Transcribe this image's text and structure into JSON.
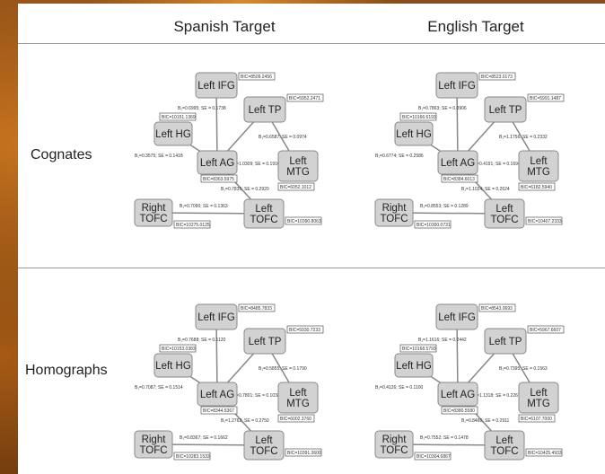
{
  "columns": [
    "Spanish Target",
    "English Target"
  ],
  "rows": [
    "Cognates",
    "Homographs"
  ],
  "panels": [
    {
      "id": "cognates-spanish",
      "nodes": {
        "lifg": {
          "lines": [
            "Left IFG"
          ],
          "bic": "BIC=8509.2456"
        },
        "ltp": {
          "lines": [
            "Left TP"
          ],
          "bic": "BIC=5952.2471"
        },
        "lhg": {
          "lines": [
            "Left HG"
          ],
          "bic": "BIC=10151.1369"
        },
        "lag": {
          "lines": [
            "Left AG"
          ],
          "bic": "BIC=8363.5975"
        },
        "lmtg": {
          "lines": [
            "Left",
            "MTG"
          ],
          "bic": "BIC=6052.1012"
        },
        "rtofc": {
          "lines": [
            "Right",
            "TOFC"
          ],
          "bic": "BIC=10275.0125"
        },
        "ltofc": {
          "lines": [
            "Left",
            "TOFC"
          ],
          "bic": "BIC=10390.8063"
        }
      },
      "edges": [
        {
          "label": "B₁=0.6995; SE = 0.1738"
        },
        {
          "label": "B₁=0.6587; SE = 0.0974"
        },
        {
          "label": "B₁=0.3575; SE = 0.1418"
        },
        {
          "label": "B₁=1.0309; SE = 0.1910"
        },
        {
          "label": "B₁=0.7835; SE = 0.2920"
        },
        {
          "label": "B₁=0.7090; SE = 0.1363"
        }
      ]
    },
    {
      "id": "cognates-english",
      "nodes": {
        "lifg": {
          "lines": [
            "Left IFG"
          ],
          "bic": "BIC=8523.0173"
        },
        "ltp": {
          "lines": [
            "Left TP"
          ],
          "bic": "BIC=5991.1487"
        },
        "lhg": {
          "lines": [
            "Left HG"
          ],
          "bic": "BIC=10166.6193"
        },
        "lag": {
          "lines": [
            "Left AG"
          ],
          "bic": "BIC=8384.6013"
        },
        "lmtg": {
          "lines": [
            "Left",
            "MTG"
          ],
          "bic": "BIC=6182.5940"
        },
        "rtofc": {
          "lines": [
            "Right",
            "TOFC"
          ],
          "bic": "BIC=10300.0731"
        },
        "ltofc": {
          "lines": [
            "Left",
            "TOFC"
          ],
          "bic": "BIC=10407.2333"
        }
      },
      "edges": [
        {
          "label": "B₁=0.7863; SE = 0.0906"
        },
        {
          "label": "B₁=1.1756; SE = 0.2332"
        },
        {
          "label": "B₁=0.6774; SE = 0.2586"
        },
        {
          "label": "B₁=0.4191; SE = 0.1694"
        },
        {
          "label": "B₁=1.1024; SE = 0.2624"
        },
        {
          "label": "B₁=0.8553; SE = 0.1289"
        }
      ]
    },
    {
      "id": "homographs-spanish",
      "nodes": {
        "lifg": {
          "lines": [
            "Left IFG"
          ],
          "bic": "BIC=8485.7833"
        },
        "ltp": {
          "lines": [
            "Left TP"
          ],
          "bic": "BIC=5930.7233"
        },
        "lhg": {
          "lines": [
            "Left HG"
          ],
          "bic": "BIC=10153.0383"
        },
        "lag": {
          "lines": [
            "Left AG"
          ],
          "bic": "BIC=8344.5367"
        },
        "lmtg": {
          "lines": [
            "Left",
            "MTG"
          ],
          "bic": "BIC=6002.3760"
        },
        "rtofc": {
          "lines": [
            "Right",
            "TOFC"
          ],
          "bic": "BIC=10283.1533"
        },
        "ltofc": {
          "lines": [
            "Left",
            "TOFC"
          ],
          "bic": "BIC=10391.3600"
        }
      },
      "edges": [
        {
          "label": "B₁=0.7688; SE = 0.1120"
        },
        {
          "label": "B₁=0.5855; SE = 0.1790"
        },
        {
          "label": "B₁=0.7087; SE = 0.1514"
        },
        {
          "label": "B₁=0.7801; SE = 0.1038"
        },
        {
          "label": "B₁=1.2762; SE = 0.2750"
        },
        {
          "label": "B₁=0.8367; SE = 0.1662"
        }
      ]
    },
    {
      "id": "homographs-english",
      "nodes": {
        "lifg": {
          "lines": [
            "Left IFG"
          ],
          "bic": "BIC=8543.0693"
        },
        "ltp": {
          "lines": [
            "Left TP"
          ],
          "bic": "BIC=5967.6607"
        },
        "lhg": {
          "lines": [
            "Left HG"
          ],
          "bic": "BIC=10168.5793"
        },
        "lag": {
          "lines": [
            "Left AG"
          ],
          "bic": "BIC=8380.5580"
        },
        "lmtg": {
          "lines": [
            "Left",
            "MTG"
          ],
          "bic": "BIC=6107.7000"
        },
        "rtofc": {
          "lines": [
            "Right",
            "TOFC"
          ],
          "bic": "BIC=10304.6867"
        },
        "ltofc": {
          "lines": [
            "Left",
            "TOFC"
          ],
          "bic": "BIC=10425.4933"
        }
      },
      "edges": [
        {
          "label": "B₁=1.1616; SE = 0.2442"
        },
        {
          "label": "B₁=0.7395; SE = 0.1563"
        },
        {
          "label": "B₁=0.4126; SE = 0.1100"
        },
        {
          "label": "B₁=1.1318; SE = 0.2267"
        },
        {
          "label": "B₁=0.8466; SE = 0.2911"
        },
        {
          "label": "B₁=0.7552; SE = 0.1478"
        }
      ]
    }
  ]
}
